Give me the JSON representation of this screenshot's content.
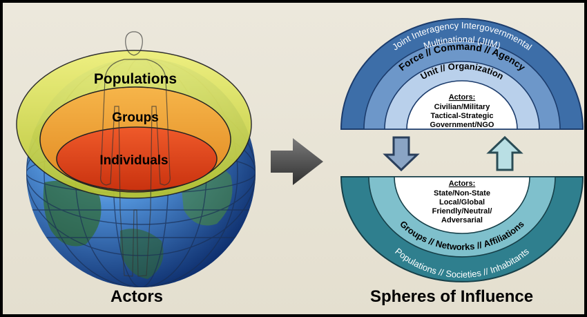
{
  "left": {
    "caption": "Actors",
    "layers": {
      "outer": "Populations",
      "middle": "Groups",
      "inner": "Individuals"
    }
  },
  "right": {
    "caption": "Spheres of Influence",
    "top_dome": {
      "ring_outer_line1": "Joint Interagency Intergovernmental",
      "ring_outer_line2": "Multinational (JIIM)",
      "ring_second": "Force // Command // Agency",
      "ring_third": "Unit // Organization",
      "core_title": "Actors:",
      "core_lines": [
        "Civilian/Military",
        "Tactical-Strategic",
        "Government/NGO"
      ]
    },
    "bottom_bowl": {
      "core_title": "Actors:",
      "core_lines": [
        "State/Non-State",
        "Local/Global",
        "Friendly/Neutral/",
        "Adversarial"
      ],
      "ring_middle": "Groups // Networks // Affiliations",
      "ring_outer": "Populations // Societies // Inhabitants"
    }
  },
  "colors": {
    "panel": "#e8e4d6",
    "dome_outer": "#3d6ea8",
    "dome_second": "#6d97c9",
    "dome_third": "#b9d0eb",
    "bowl_outer": "#2f7f8e",
    "bowl_middle": "#7fc0cc",
    "populations": "#d8e04a",
    "groups": "#f0a030",
    "individuals": "#e0461c"
  }
}
